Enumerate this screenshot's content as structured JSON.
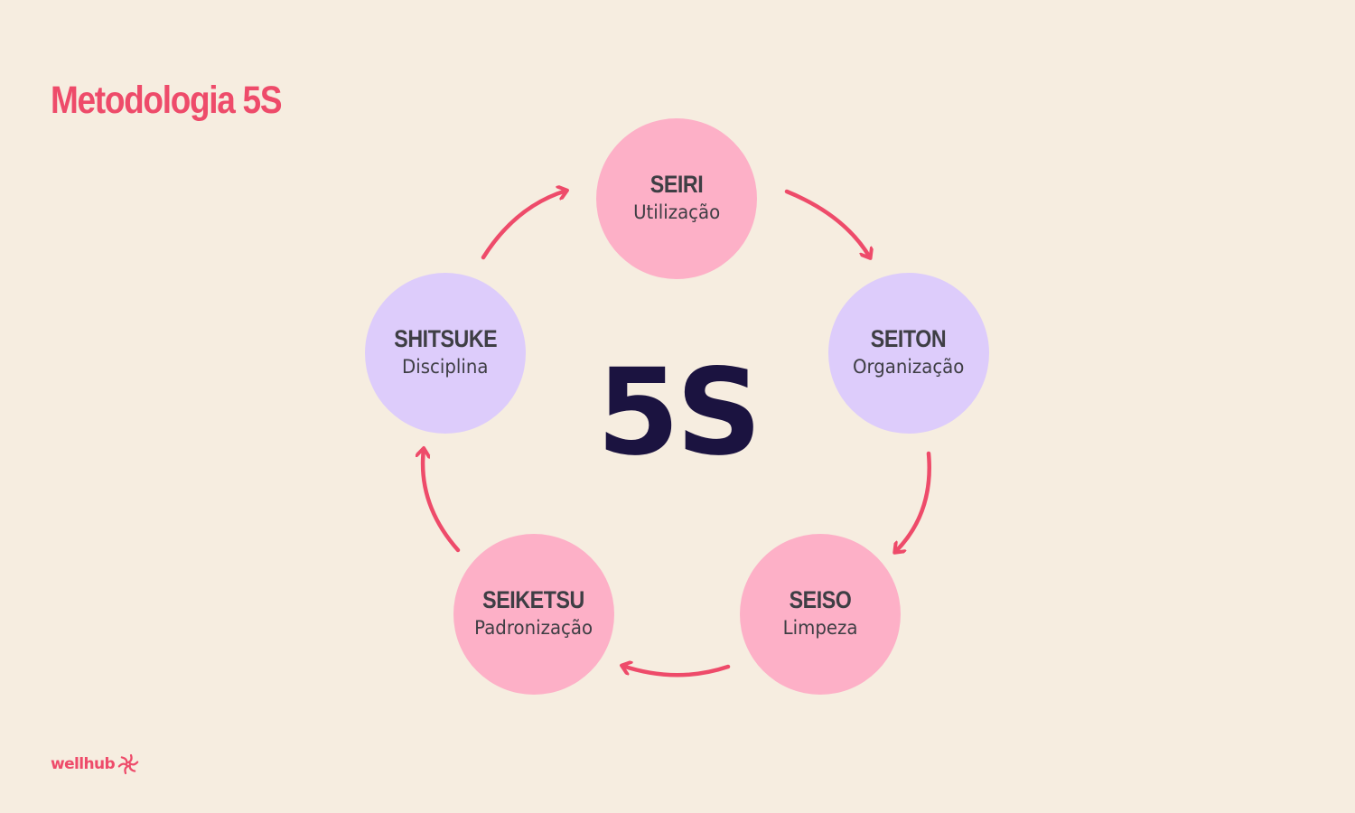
{
  "title": "Metodologia 5S",
  "center": "5S",
  "brand": {
    "name": "wellhub",
    "icon": "pinwheel-icon"
  },
  "colors": {
    "background": "#F6EDE0",
    "accent": "#EE4B6A",
    "pink": "#FDB0C7",
    "lavender": "#DDCCFB",
    "text": "#3E3E44",
    "center": "#1B1340"
  },
  "steps": [
    {
      "name": "SEIRI",
      "subtitle": "Utilização",
      "color": "pink"
    },
    {
      "name": "SEITON",
      "subtitle": "Organização",
      "color": "lavender"
    },
    {
      "name": "SEISO",
      "subtitle": "Limpeza",
      "color": "pink"
    },
    {
      "name": "SEIKETSU",
      "subtitle": "Padronização",
      "color": "pink"
    },
    {
      "name": "SHITSUKE",
      "subtitle": "Disciplina",
      "color": "lavender"
    }
  ],
  "cycle_direction": "clockwise"
}
